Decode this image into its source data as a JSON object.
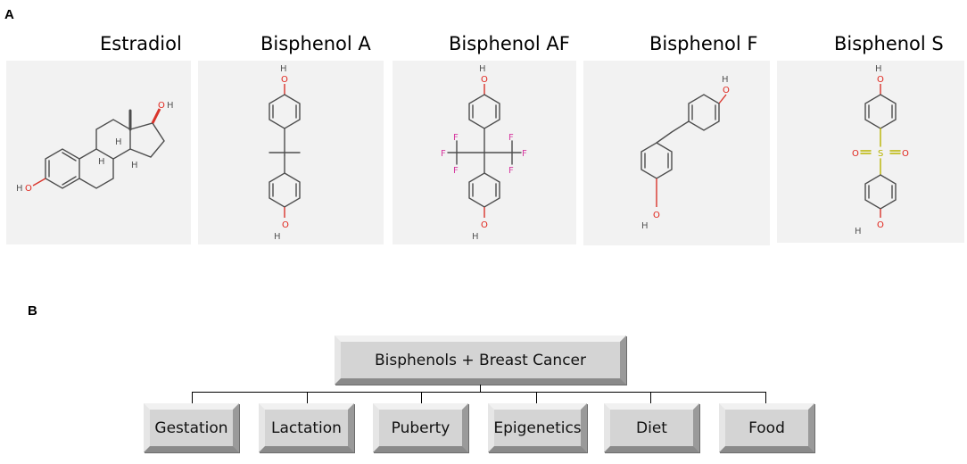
{
  "panel_a": {
    "label": "A",
    "compounds": [
      {
        "name": "Estradiol"
      },
      {
        "name": "Bisphenol A"
      },
      {
        "name": "Bisphenol AF"
      },
      {
        "name": "Bisphenol F"
      },
      {
        "name": "Bisphenol S"
      }
    ],
    "atoms": {
      "oxygen": "O",
      "hydrogen": "H",
      "fluorine": "F",
      "sulfur": "S"
    }
  },
  "panel_b": {
    "label": "B",
    "root": "Bisphenols + Breast Cancer",
    "children": [
      "Gestation",
      "Lactation",
      "Puberty",
      "Epigenetics",
      "Diet",
      "Food"
    ]
  },
  "colors": {
    "oxygen": "#e0241b",
    "fluorine": "#d63aa0",
    "sulfur": "#b9b400",
    "box_fill": "#d4d4d4",
    "panel_bg": "#f2f2f2"
  }
}
